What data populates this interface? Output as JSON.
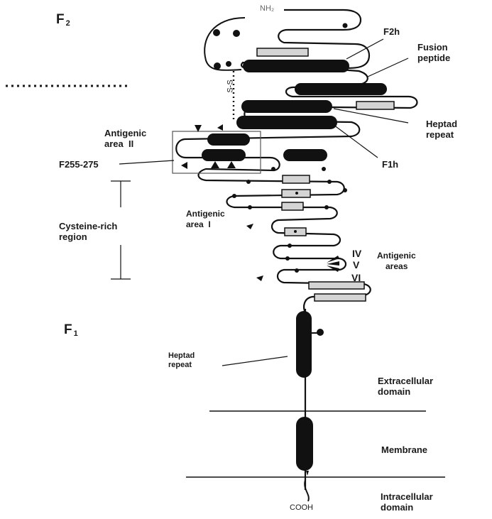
{
  "subunits": {
    "f2": {
      "letter": "F",
      "sub": "2"
    },
    "f1": {
      "letter": "F",
      "sub": "1"
    }
  },
  "labels": {
    "nh2": "NH₂",
    "ss": "S-S",
    "f2h": "F2h",
    "fusion_peptide": [
      "Fusion",
      "peptide"
    ],
    "heptad_repeat_top": [
      "Heptad",
      "repeat"
    ],
    "f1h": "F1h",
    "antigenic_area_ii": [
      "Antigenic",
      "area  II"
    ],
    "f255_275": "F255-275",
    "cysteine_rich": [
      "Cysteine-rich",
      "region"
    ],
    "antigenic_area_i": [
      "Antigenic",
      "area  I"
    ],
    "roman": [
      "IV",
      "V",
      "VI"
    ],
    "antigenic_areas": [
      "Antigenic",
      "areas"
    ],
    "heptad_repeat_bottom": [
      "Heptad",
      "repeat"
    ],
    "extracellular": [
      "Extracellular",
      "domain"
    ],
    "membrane": "Membrane",
    "intracellular": [
      "Intracellular",
      "domain"
    ],
    "cooh": "COOH"
  },
  "colors": {
    "ink": "#111111",
    "box_fill": "#d4d4d4",
    "text": "#1a1a1a",
    "dotted": "#1a1a1a"
  }
}
